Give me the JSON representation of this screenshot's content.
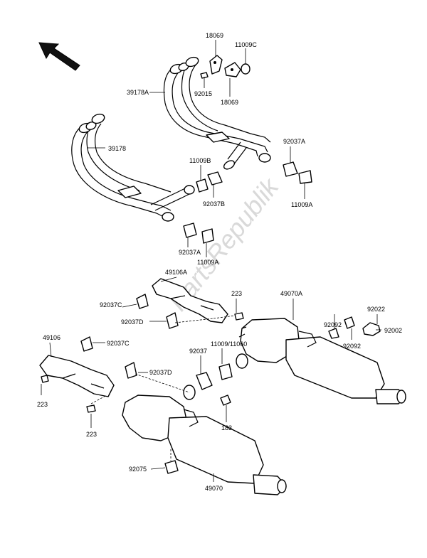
{
  "watermark": "PartsRepublik",
  "labels": {
    "p18069_top": "18069",
    "p11009C": "11009C",
    "p39178A": "39178A",
    "p92015": "92015",
    "p18069_bottom": "18069",
    "p39178": "39178",
    "p92037A_right": "92037A",
    "p11009B": "11009B",
    "p92037B": "92037B",
    "p11009A_right": "11009A",
    "p92037A_left": "92037A",
    "p11009A_left": "11009A",
    "p49106A": "49106A",
    "p92037C_top": "92037C",
    "p223_top": "223",
    "p49070A": "49070A",
    "p92022": "92022",
    "p92037D_top": "92037D",
    "p92092_a": "92092",
    "p92002": "92002",
    "p92092_b": "92092",
    "p49106": "49106",
    "p92037C_left": "92037C",
    "p11009_11060": "11009/11060",
    "p92037": "92037",
    "p92037D_left": "92037D",
    "p223_left": "223",
    "p223_bottom": "223",
    "p183": "183",
    "p92075": "92075",
    "p49070": "49070"
  }
}
